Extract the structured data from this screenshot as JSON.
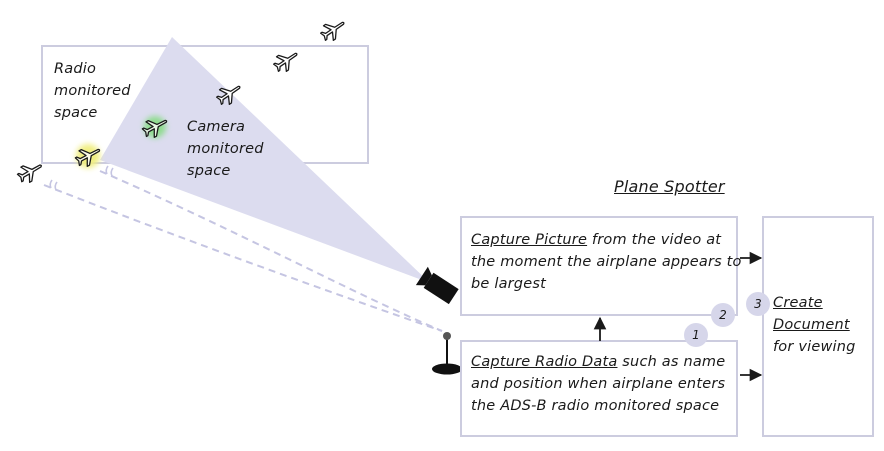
{
  "title": "Plane Spotter",
  "labels": {
    "radio_space": [
      "Radio",
      "monitored",
      "space"
    ],
    "camera_space": [
      "Camera",
      "monitored",
      "space"
    ]
  },
  "steps": {
    "capture_picture": {
      "link": "Capture Picture",
      "rest": [
        " from the video at",
        "the moment the airplane appears to",
        "be largest"
      ]
    },
    "capture_radio": {
      "link": "Capture Radio Data",
      "rest": [
        " such as name",
        "and position when airplane enters",
        "the ADS-B radio monitored space"
      ]
    },
    "create_document": {
      "link": [
        "Create",
        "Document"
      ],
      "rest": "for viewing"
    }
  },
  "badges": [
    "1",
    "2",
    "3"
  ],
  "colors": {
    "box_border": "#ccccdf",
    "camera_beam": "#dcdcef",
    "radio_dashes": "#c5c5e2",
    "badge_fill": "#d6d6ea",
    "plane_camera_glow": "#8fdc8f",
    "plane_radio_glow": "#f0ee80"
  },
  "icons": [
    "airplane-icon",
    "camera-icon",
    "antenna-icon",
    "arrow-icon"
  ]
}
